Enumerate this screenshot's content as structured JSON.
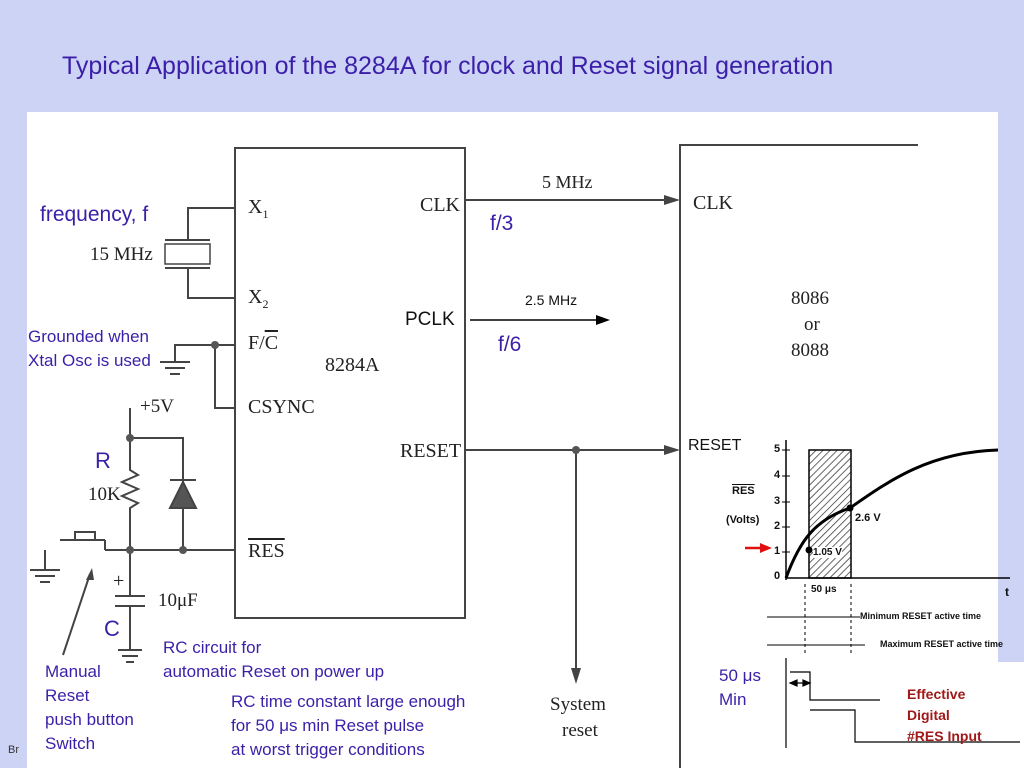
{
  "slide": {
    "title": "Typical Application of the 8284A for clock and Reset signal generation",
    "footer_fragment": "Br"
  },
  "chip_8284": {
    "name": "8284A",
    "pins": {
      "x1": "X",
      "x1_sub": "1",
      "x2": "X",
      "x2_sub": "2",
      "fc": "F/",
      "fc_bar": "C",
      "csync": "CSYNC",
      "clk": "CLK",
      "reset": "RESET",
      "res": "RES"
    }
  },
  "cpu": {
    "line1": "8086",
    "line2": "or",
    "line3": "8088",
    "clk": "CLK",
    "reset": "RESET"
  },
  "components": {
    "crystal": "15 MHz",
    "supply": "+5V",
    "resistor": "10K",
    "capacitor": "10μF",
    "cap_plus": "+",
    "system_reset_1": "System",
    "system_reset_2": "reset",
    "clk_freq": "5 MHz",
    "pclk_freq": "2.5 MHz"
  },
  "annotations": {
    "frequency": "frequency, f",
    "f3": "f/3",
    "pclk": "PCLK",
    "f6": "f/6",
    "grounded_1": "Grounded when",
    "grounded_2": "Xtal Osc is used",
    "r": "R",
    "c": "C",
    "rc_1": "RC circuit for",
    "rc_2": "automatic Reset on power up",
    "manual_1": "Manual",
    "manual_2": "Reset",
    "manual_3": "push button",
    "manual_4": "Switch",
    "tc_1": "RC time constant large enough",
    "tc_2_pre": "for 50 ",
    "tc_2_mu": "μ",
    "tc_2_post": "s min Reset pulse",
    "tc_3": "at worst trigger conditions",
    "min_1_pre": "50 ",
    "min_1_mu": "μ",
    "min_1_post": "s",
    "min_2": "Min",
    "eff_1": "Effective",
    "eff_2": "Digital",
    "eff_3": "#RES Input"
  },
  "chart_data": {
    "type": "line",
    "title": "",
    "ylabel_1": "RES",
    "ylabel_2": "(Volts)",
    "xlabel": "t",
    "y_ticks": [
      "5",
      "4",
      "3",
      "2",
      "1",
      "0"
    ],
    "ylim": [
      0,
      5
    ],
    "series": [
      {
        "values_x": [
          0,
          1,
          2,
          3,
          4,
          5,
          6,
          7,
          8,
          9
        ],
        "values_y": [
          0,
          1.9,
          3.1,
          3.9,
          4.4,
          4.7,
          4.85,
          4.95,
          5.0,
          5.0
        ]
      }
    ],
    "points": [
      {
        "label": "1.05 V",
        "y": 1.05
      },
      {
        "label": "2.6 V",
        "y": 2.6
      }
    ],
    "interval_label": "50 μs",
    "min_label": "Minimum RESET active time",
    "max_label": "Maximum RESET active time"
  }
}
